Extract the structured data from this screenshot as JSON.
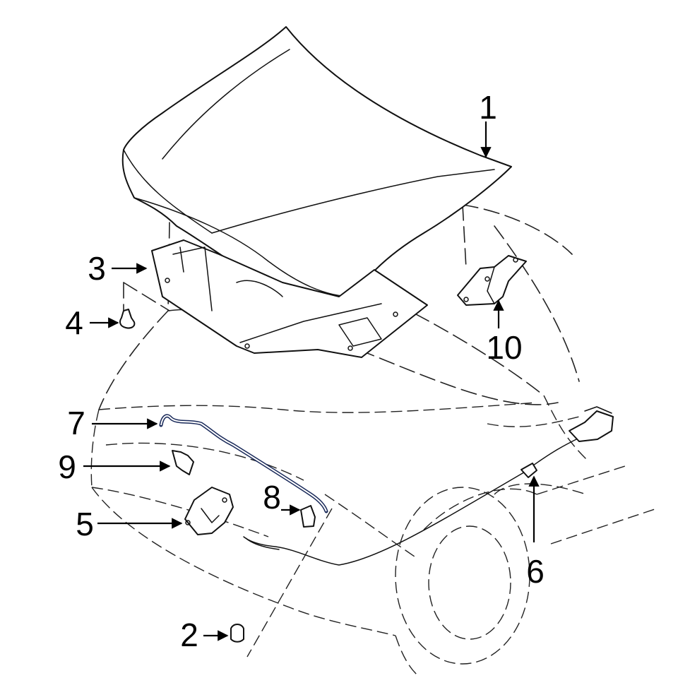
{
  "callouts": [
    {
      "id": "1",
      "label": "1"
    },
    {
      "id": "2",
      "label": "2"
    },
    {
      "id": "3",
      "label": "3"
    },
    {
      "id": "4",
      "label": "4"
    },
    {
      "id": "5",
      "label": "5"
    },
    {
      "id": "6",
      "label": "6"
    },
    {
      "id": "7",
      "label": "7"
    },
    {
      "id": "8",
      "label": "8"
    },
    {
      "id": "9",
      "label": "9"
    },
    {
      "id": "10",
      "label": "10"
    }
  ],
  "colors": {
    "background": "#ffffff",
    "line_art": "#111111",
    "highlight_part": "#1a2a5a"
  }
}
